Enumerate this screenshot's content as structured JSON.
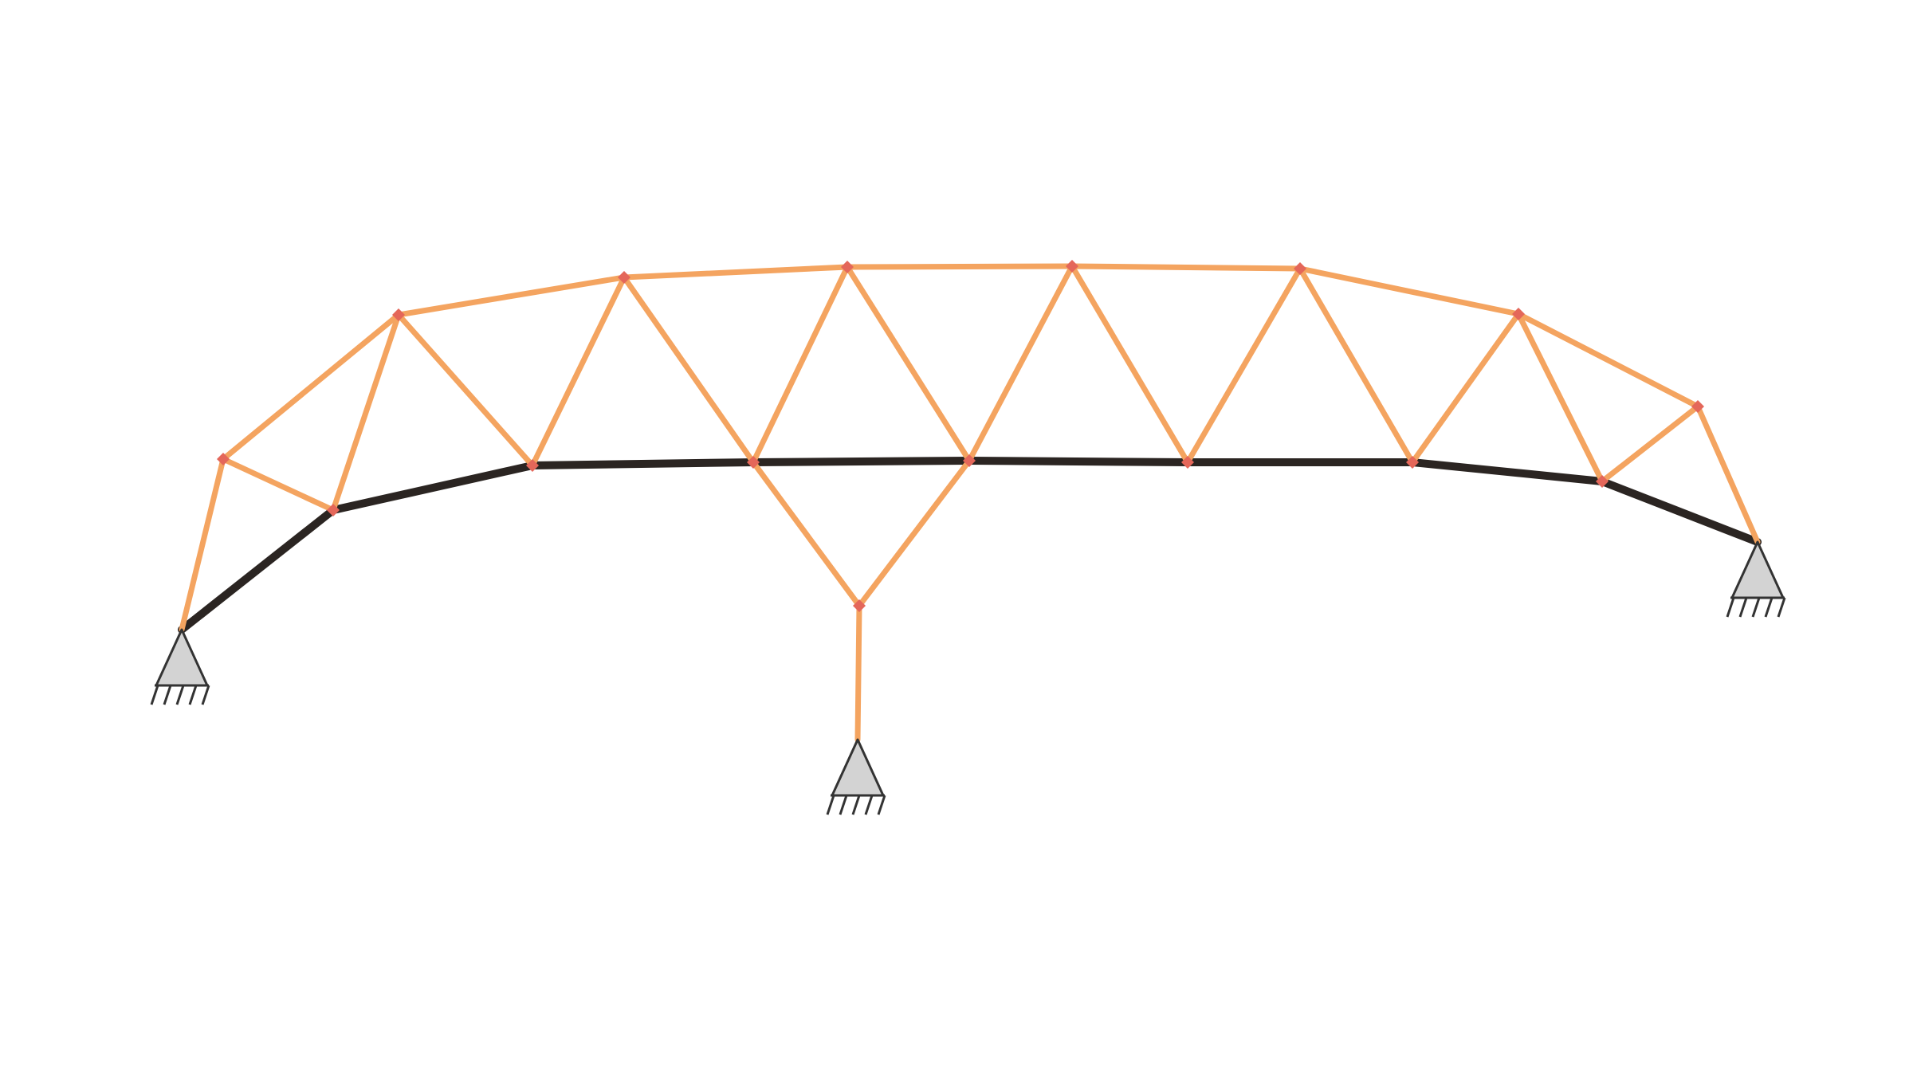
{
  "diagram": {
    "type": "truss-structure",
    "colors": {
      "background": "#ffffff",
      "compression_member": "#f4a460",
      "tension_member": "#2b2522",
      "node_marker": "#e4675a",
      "support_fill": "#d3d3d3",
      "support_stroke": "#333333"
    },
    "member_types": [
      "compression",
      "tension"
    ],
    "support_type": "pin",
    "counts": {
      "supports": 3
    }
  }
}
